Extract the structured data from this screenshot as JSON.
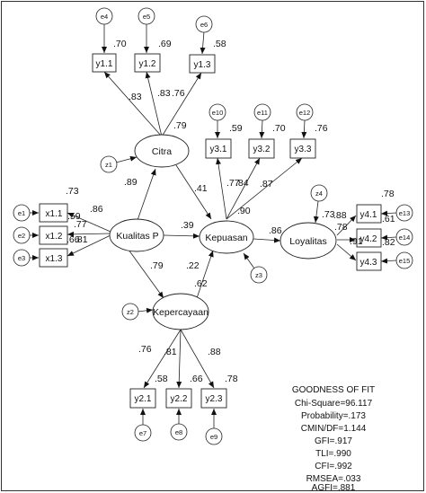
{
  "diagram": {
    "latent": {
      "citra": "Citra",
      "kualitas": "Kualitas P",
      "kepuasan": "Kepuasan",
      "loyalitas": "Loyalitas",
      "kepercayaan": "Kepercayaan"
    },
    "observed": {
      "y11": "y1.1",
      "y12": "y1.2",
      "y13": "y1.3",
      "y31": "y3.1",
      "y32": "y3.2",
      "y33": "y3.3",
      "x11": "x1.1",
      "x12": "x1.2",
      "x13": "x1.3",
      "y41": "y4.1",
      "y42": "y4.2",
      "y43": "y4.3",
      "y21": "y2.1",
      "y22": "y2.2",
      "y23": "y2.3"
    },
    "errors": {
      "e1": "e1",
      "e2": "e2",
      "e3": "e3",
      "e4": "e4",
      "e5": "e5",
      "e6": "e6",
      "e7": "e7",
      "e8": "e8",
      "e9": "e9",
      "e10": "e10",
      "e11": "e11",
      "e12": "e12",
      "e13": "e13",
      "e14": "e14",
      "e15": "e15",
      "z1": "z1",
      "z2": "z2",
      "z3": "z3",
      "z4": "z4"
    },
    "coefficients": {
      "r2_y11": ".70",
      "r2_y12": ".69",
      "r2_y13": ".58",
      "load_y11": ".83",
      "load_y12": ".83",
      "load_y13": ".76",
      "r2_citra": ".79",
      "r2_y31": ".59",
      "r2_y32": ".70",
      "r2_y33": ".76",
      "load_y31": ".77",
      "load_y32": ".84",
      "load_y33": ".87",
      "r2_x11": ".73",
      "r2_x12": ".59",
      "r2_x13": ".66",
      "load_x11": ".86",
      "load_x12": ".77",
      "load_x13": ".81",
      "path_kual_citra": ".89",
      "path_citra_kep": ".41",
      "path_kual_kep": ".39",
      "r2_kepuasan": ".90",
      "path_kep_loy": ".86",
      "r2_loyalitas": ".73",
      "load_y41": ".88",
      "load_y42": ".78",
      "load_y43": ".91",
      "r2_y41": ".78",
      "r2_y42": ".61",
      "r2_y43": ".82",
      "path_kual_kpc": ".79",
      "path_kpc_kep": ".22",
      "r2_kepercayaan": ".62",
      "load_y21": ".76",
      "load_y22": ".81",
      "load_y23": ".88",
      "r2_y21": ".58",
      "r2_y22": ".66",
      "r2_y23": ".78"
    }
  },
  "goodness_of_fit": {
    "title": "GOODNESS OF FIT",
    "lines": [
      "Chi-Square=96.117",
      "Probability=.173",
      "CMIN/DF=1.144",
      "GFI=.917",
      "TLI=.990",
      "CFI=.992",
      "RMSEA=.033",
      "AGFI=.881"
    ]
  }
}
